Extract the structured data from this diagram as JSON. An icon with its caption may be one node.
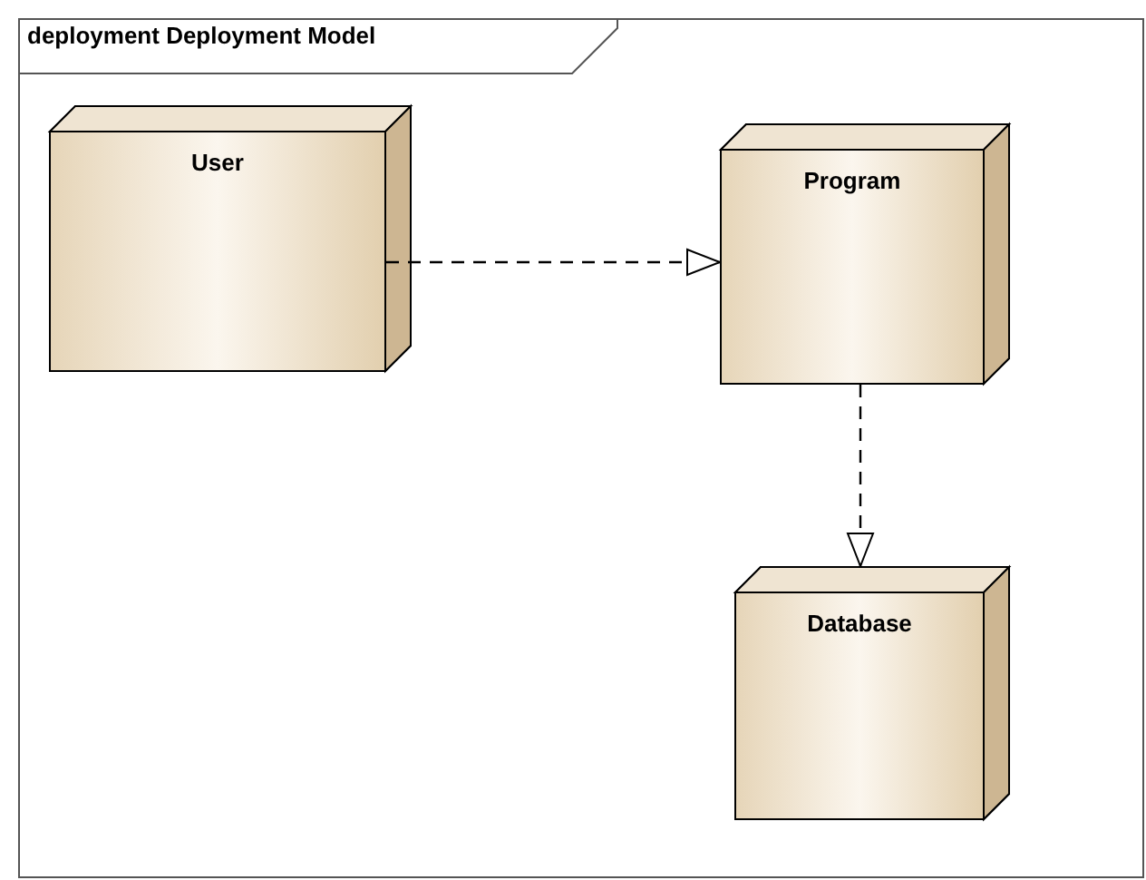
{
  "diagram": {
    "title": "deployment Deployment Model",
    "nodes": [
      {
        "text": [
          "User"
        ]
      },
      {
        "text": [
          "Program"
        ]
      },
      {
        "text": [
          "Database"
        ]
      }
    ],
    "edges": [
      {
        "from": 0,
        "to": 1,
        "arrow": "to",
        "style": "dashed"
      },
      {
        "from": 1,
        "to": 2,
        "arrow": "to",
        "style": "dashed"
      }
    ]
  }
}
